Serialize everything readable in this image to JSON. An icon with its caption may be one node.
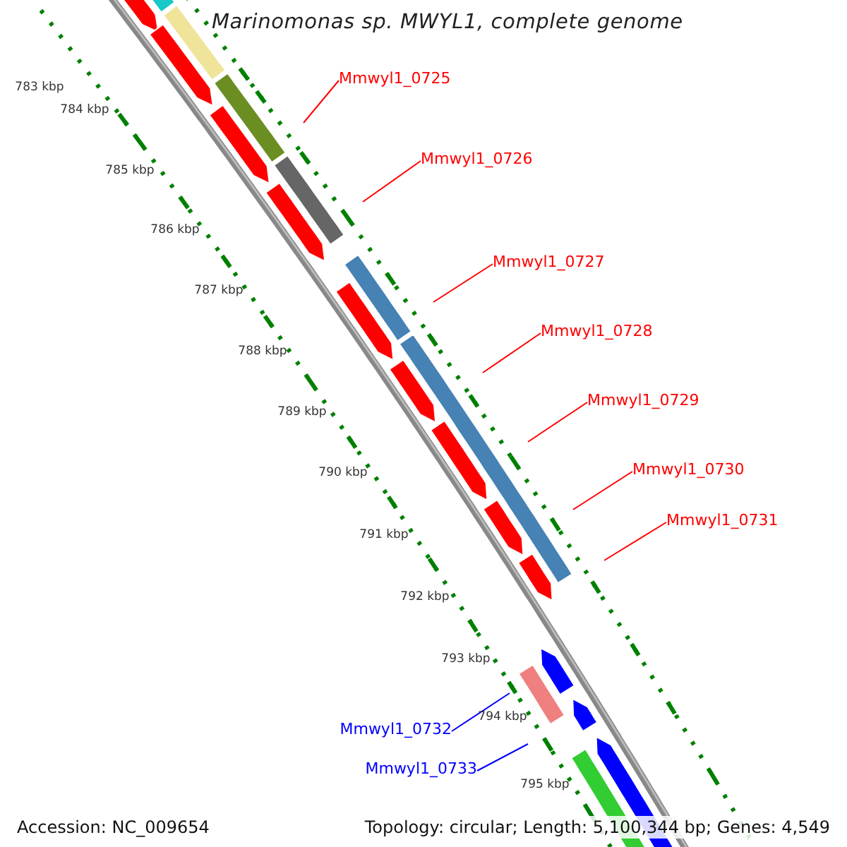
{
  "diagram": {
    "title": "Marinomonas sp. MWYL1, complete genome",
    "nodes": [
      {
        "text": [
          "Mmwyl1_0725"
        ]
      },
      {
        "text": [
          "Mmwyl1_0726"
        ]
      },
      {
        "text": [
          "Mmwyl1_0727"
        ]
      },
      {
        "text": [
          "Mmwyl1_0728"
        ]
      },
      {
        "text": [
          "Mmwyl1_0729"
        ]
      },
      {
        "text": [
          "Mmwyl1_0730"
        ]
      },
      {
        "text": [
          "Mmwyl1_0731"
        ]
      },
      {
        "text": [
          "Mmwyl1_0732"
        ]
      },
      {
        "text": [
          "Mmwyl1_0733"
        ]
      }
    ],
    "edges": [
      {
        "from": 0,
        "to": null,
        "arrow": "none"
      },
      {
        "from": 1,
        "to": null,
        "arrow": "none"
      },
      {
        "from": 2,
        "to": null,
        "arrow": "none"
      },
      {
        "from": 3,
        "to": null,
        "arrow": "none"
      },
      {
        "from": 4,
        "to": null,
        "arrow": "none"
      },
      {
        "from": 5,
        "to": null,
        "arrow": "none"
      },
      {
        "from": 6,
        "to": null,
        "arrow": "none"
      },
      {
        "from": 7,
        "to": null,
        "arrow": "none",
        "color": "#0000ff"
      },
      {
        "from": 8,
        "to": null,
        "arrow": "none",
        "color": "#0000ff"
      }
    ],
    "labels": [
      "783 kbp",
      "784 kbp",
      "785 kbp",
      "786 kbp",
      "787 kbp",
      "788 kbp",
      "789 kbp",
      "790 kbp",
      "791 kbp",
      "792 kbp",
      "793 kbp",
      "794 kbp",
      "795 kbp",
      "Accession: NC_009654",
      "Topology: circular; Length: 5,100,344 bp; Genes: 4,549"
    ]
  }
}
